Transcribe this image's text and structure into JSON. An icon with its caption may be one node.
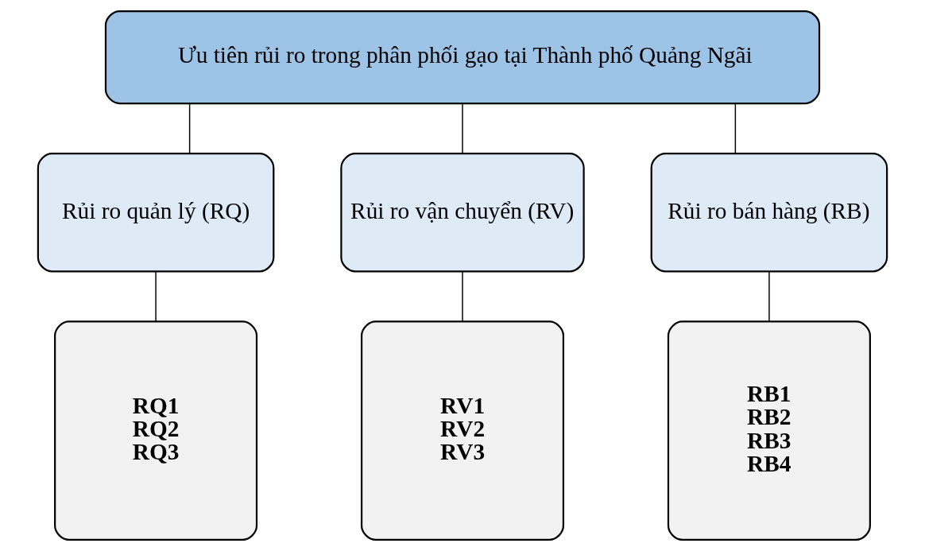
{
  "diagram": {
    "nodes": [
      {
        "text": [
          "Ưu tiên rủi ro trong phân phối gạo tại Thành phố Quảng Ngãi"
        ]
      },
      {
        "text": [
          "Rủi ro quản lý (RQ)"
        ]
      },
      {
        "text": [
          "Rủi ro vận chuyển (RV)"
        ]
      },
      {
        "text": [
          "Rủi ro bán hàng (RB)"
        ]
      },
      {
        "text": [
          "RQ1",
          "RQ2",
          "RQ3"
        ]
      },
      {
        "text": [
          "RV1",
          "RV2",
          "RV3"
        ]
      },
      {
        "text": [
          "RB1",
          "RB2",
          "RB3",
          "RB4"
        ]
      }
    ],
    "edges": [
      {
        "from": 0,
        "to": 1,
        "arrow": "none"
      },
      {
        "from": 0,
        "to": 2,
        "arrow": "none"
      },
      {
        "from": 0,
        "to": 3,
        "arrow": "none"
      },
      {
        "from": 1,
        "to": 4,
        "arrow": "none"
      },
      {
        "from": 2,
        "to": 5,
        "arrow": "none"
      },
      {
        "from": 3,
        "to": 6,
        "arrow": "none"
      }
    ]
  }
}
